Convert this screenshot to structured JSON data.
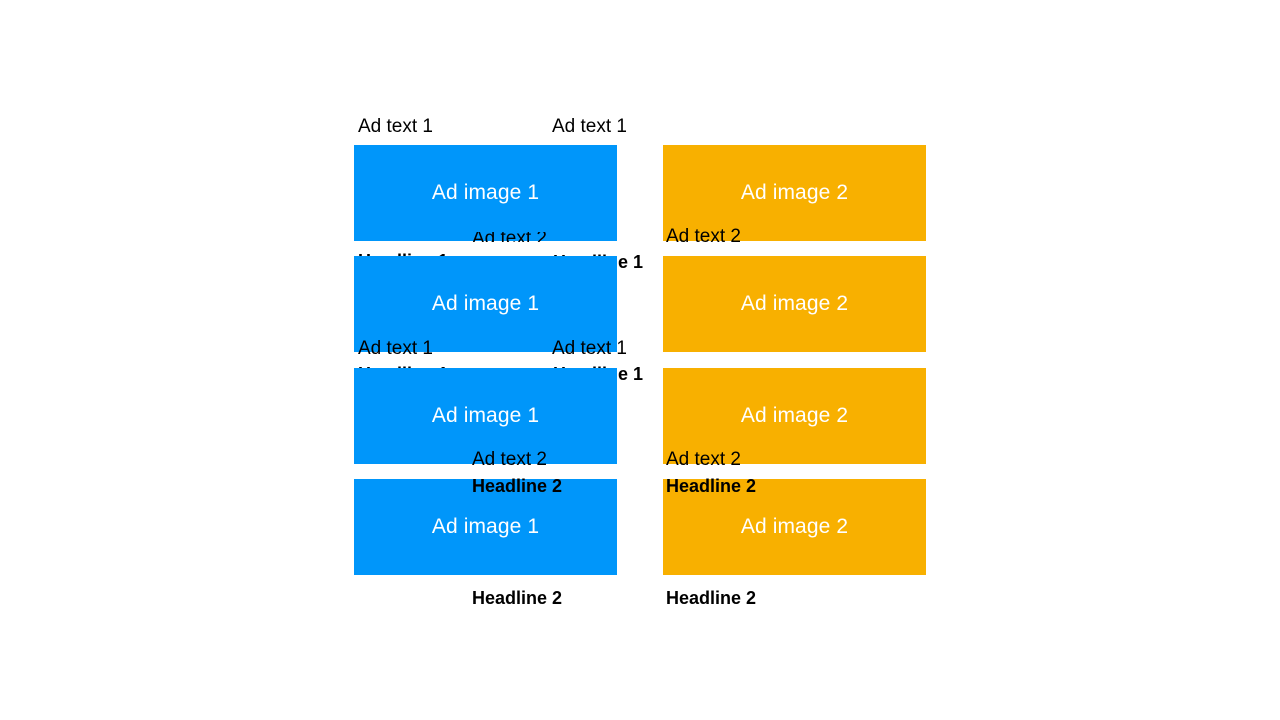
{
  "colors": {
    "ad1": "#0096FA",
    "ad2": "#F8B000",
    "text": "#000000",
    "background": "#FFFFFF"
  },
  "labels": {
    "ad_image_1": "Ad image 1",
    "ad_image_2": "Ad image 2",
    "ad_text_1": "Ad text 1",
    "ad_text_2": "Ad text 2",
    "headline_1": "Headline 1",
    "headline_2": "Headline 2"
  }
}
